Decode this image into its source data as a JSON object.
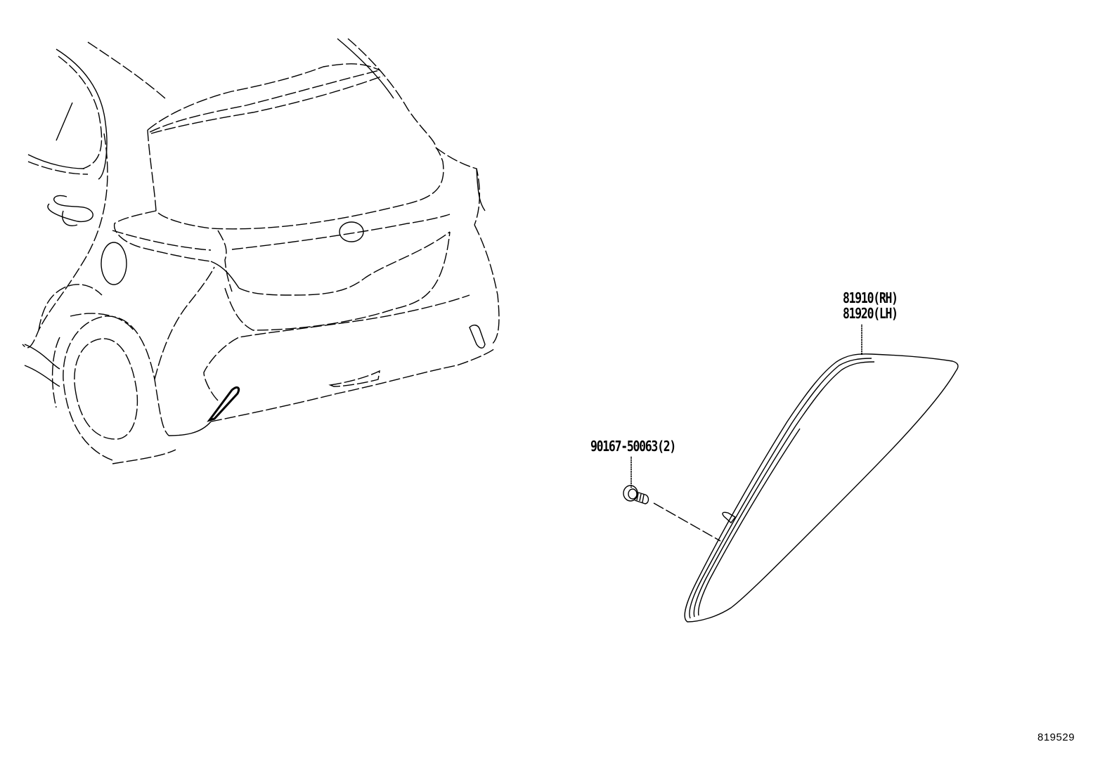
{
  "diagram": {
    "type": "parts-exploded-view",
    "subject": "rear bumper side reflector",
    "callouts": [
      {
        "id": "reflector",
        "lines": [
          "81910(RH)",
          "81920(LH)"
        ]
      },
      {
        "id": "screw",
        "lines": [
          "90167-50063(2)"
        ]
      }
    ],
    "reference_number": "819529"
  },
  "colors": {
    "line": "#000000",
    "background": "#ffffff"
  }
}
